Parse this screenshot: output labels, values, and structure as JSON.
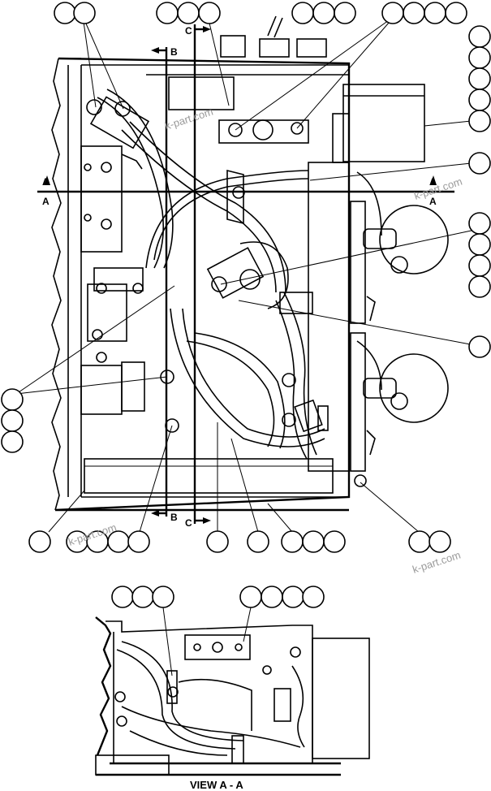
{
  "section_labels": {
    "a": "A",
    "b": "B",
    "c": "C"
  },
  "view_label": "VIEW A - A",
  "watermark": "k-part.com"
}
